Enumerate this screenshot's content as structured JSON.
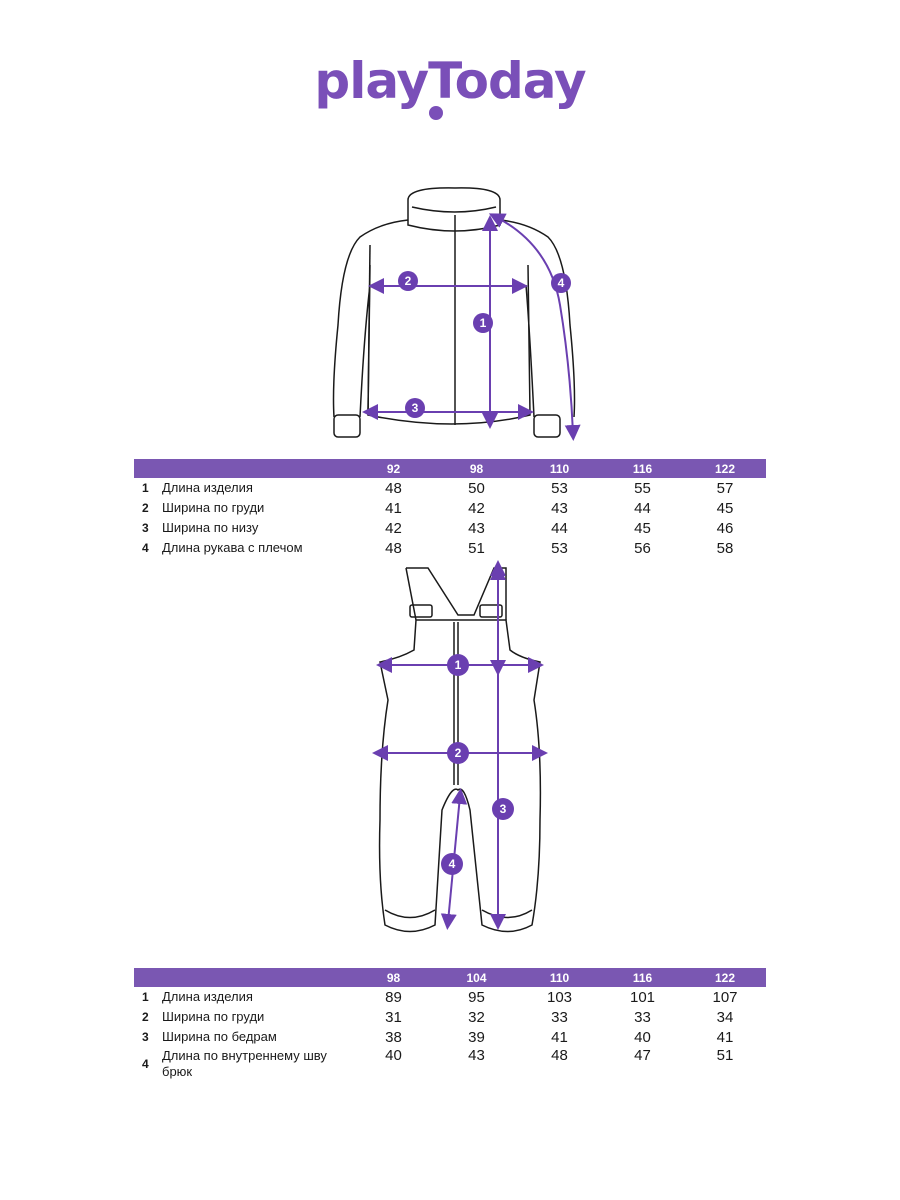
{
  "brand": {
    "logo_text": "playToday",
    "accent_color": "#7a4fb8"
  },
  "jacket": {
    "markers": [
      "1",
      "2",
      "3",
      "4"
    ],
    "table": {
      "sizes": [
        "92",
        "98",
        "110",
        "116",
        "122"
      ],
      "rows": [
        {
          "num": "1",
          "label": "Длина изделия",
          "values": [
            "48",
            "50",
            "53",
            "55",
            "57"
          ]
        },
        {
          "num": "2",
          "label": "Ширина по груди",
          "values": [
            "41",
            "42",
            "43",
            "44",
            "45"
          ]
        },
        {
          "num": "3",
          "label": "Ширина по низу",
          "values": [
            "42",
            "43",
            "44",
            "45",
            "46"
          ]
        },
        {
          "num": "4",
          "label": "Длина рукава с плечом",
          "values": [
            "48",
            "51",
            "53",
            "56",
            "58"
          ]
        }
      ]
    }
  },
  "overalls": {
    "markers": [
      "1",
      "2",
      "3",
      "4"
    ],
    "table": {
      "sizes": [
        "98",
        "104",
        "110",
        "116",
        "122"
      ],
      "rows": [
        {
          "num": "1",
          "label": "Длина изделия",
          "values": [
            "89",
            "95",
            "103",
            "101",
            "107"
          ]
        },
        {
          "num": "2",
          "label": "Ширина по груди",
          "values": [
            "31",
            "32",
            "33",
            "33",
            "34"
          ]
        },
        {
          "num": "3",
          "label": "Ширина по бедрам",
          "values": [
            "38",
            "39",
            "41",
            "40",
            "41"
          ]
        },
        {
          "num": "4",
          "label": "Длина по внутреннему шву брюк",
          "values": [
            "40",
            "43",
            "48",
            "47",
            "51"
          ]
        }
      ]
    }
  }
}
